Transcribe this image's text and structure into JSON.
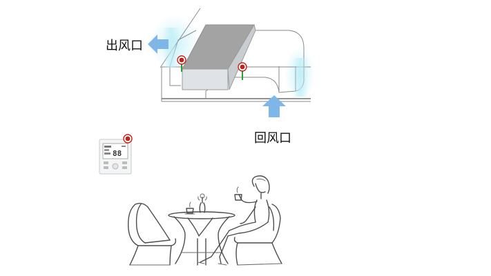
{
  "labels": {
    "supply_outlet": "出风口",
    "return_inlet": "回风口"
  },
  "remote_display": {
    "temperature": "88"
  },
  "colors": {
    "arrow_blue": "#7fb6ea",
    "glow_cyan": "#bfeef8",
    "sensor_red": "#c0231a",
    "sensor_stem_green": "#2a9d3a",
    "unit_top_gray": "#a3a3a3",
    "unit_front_gray": "#dfe3e8"
  },
  "icons": {
    "supply_arrow": "arrow-left-icon",
    "return_arrow": "arrow-up-icon",
    "sensor_marker": "sensor-dot-icon"
  }
}
